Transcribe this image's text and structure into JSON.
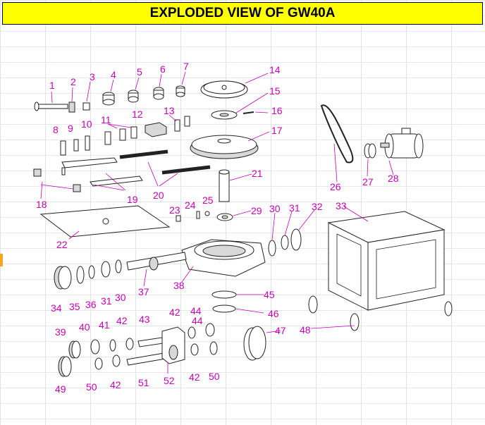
{
  "title": "EXPLODED VIEW OF GW40A",
  "colors": {
    "title_bg": "#ffff00",
    "label": "#c800b4",
    "grid": "#dfe3ea"
  },
  "labels": [
    "1",
    "2",
    "3",
    "4",
    "5",
    "6",
    "7",
    "8",
    "9",
    "10",
    "11",
    "12",
    "13",
    "14",
    "15",
    "16",
    "17",
    "18",
    "19",
    "20",
    "21",
    "22",
    "23",
    "24",
    "25",
    "26",
    "27",
    "28",
    "29",
    "30",
    "31",
    "32",
    "33",
    "34",
    "35",
    "36",
    "37",
    "38",
    "39",
    "40",
    "41",
    "42",
    "43",
    "44",
    "45",
    "46",
    "47",
    "48",
    "49",
    "50",
    "51",
    "52"
  ],
  "extra_labels": {
    "n11b": "11",
    "n30b": "30",
    "n31b": "31",
    "n42b": "42",
    "n42c": "42",
    "n42d": "42",
    "n44b": "44",
    "n50b": "50"
  }
}
